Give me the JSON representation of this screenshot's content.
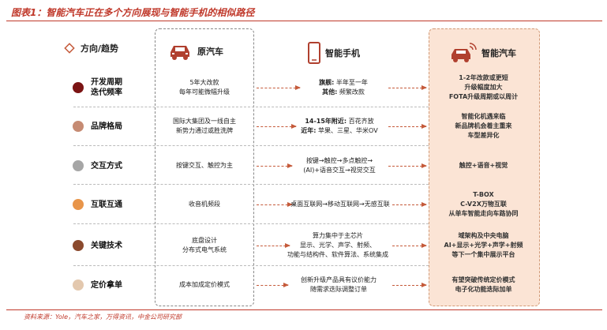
{
  "title": "图表1：智能汽车正在多个方向展现与智能手机的相似路径",
  "headers": {
    "trend": "方向/趋势",
    "traditional_car": "原汽车",
    "smartphone": "智能手机",
    "smart_car": "智能汽车"
  },
  "rows": [
    {
      "color": "#7b1414",
      "label_lines": [
        "开发周期",
        "迭代频率"
      ],
      "car_lines": [
        "5年大改款",
        "每年可能微幅升级"
      ],
      "phone_lines": [
        {
          "bold": "旗舰:",
          "text": "半年至一年"
        },
        {
          "bold": "其他:",
          "text": "频繁改款"
        }
      ],
      "smart_lines": [
        "1-2年改款或更短",
        "升级幅度加大",
        "FOTA升级周期或以周计"
      ]
    },
    {
      "color": "#c68b73",
      "label_lines": [
        "品牌格局"
      ],
      "car_lines": [
        "国际大集团及一线自主",
        "新势力通过或胜洗牌"
      ],
      "phone_lines": [
        {
          "bold": "14-15年附近:",
          "text": "百花齐放"
        },
        {
          "bold": "近年:",
          "text": "苹果、三星、华米OV"
        }
      ],
      "smart_lines": [
        "智能化机遇来临",
        "新品牌机会着主重来",
        "车型差异化"
      ]
    },
    {
      "color": "#a6a6a6",
      "label_lines": [
        "交互方式"
      ],
      "car_lines": [
        "按键交互、触控为主"
      ],
      "phone_lines": [
        {
          "bold": "",
          "text": "按键→触控→多点触控→"
        },
        {
          "bold": "",
          "text": "(AI)+语音交互→视觉交互"
        }
      ],
      "smart_lines": [
        "触控+语音+视觉"
      ]
    },
    {
      "color": "#e8954a",
      "label_lines": [
        "互联互通"
      ],
      "car_lines": [
        "收音机频段"
      ],
      "phone_lines": [
        {
          "bold": "",
          "text": "桌面互联网→移动互联网→无感互联"
        }
      ],
      "smart_lines": [
        "T-BOX",
        "C-V2X万物互联",
        "从单车智能走向车路协同"
      ]
    },
    {
      "color": "#8b4a2e",
      "label_lines": [
        "关键技术"
      ],
      "car_lines": [
        "底盘设计",
        "分布式电气系统"
      ],
      "phone_lines": [
        {
          "bold": "",
          "text": "算力集中于主芯片"
        },
        {
          "bold": "",
          "text": "显示、光学、声学、射频、"
        },
        {
          "bold": "",
          "text": "功能与结构件、软件算法、系统集成"
        }
      ],
      "smart_lines": [
        "域架构及中央电脑",
        "AI+显示+光学+声学+射频",
        "等下一个集中展示平台"
      ]
    },
    {
      "color": "#e3c8ae",
      "label_lines": [
        "定价拿单"
      ],
      "car_lines": [
        "成本加成定价模式"
      ],
      "phone_lines": [
        {
          "bold": "",
          "text": "创新升级产品具有议价能力"
        },
        {
          "bold": "",
          "text": "随需求迭际调整订单"
        }
      ],
      "smart_lines": [
        "有望突破传统定价模式",
        "电子化功能迭际加单"
      ]
    }
  ],
  "source": "资料来源：Yole，汽车之家，万得资讯，中金公司研究部"
}
